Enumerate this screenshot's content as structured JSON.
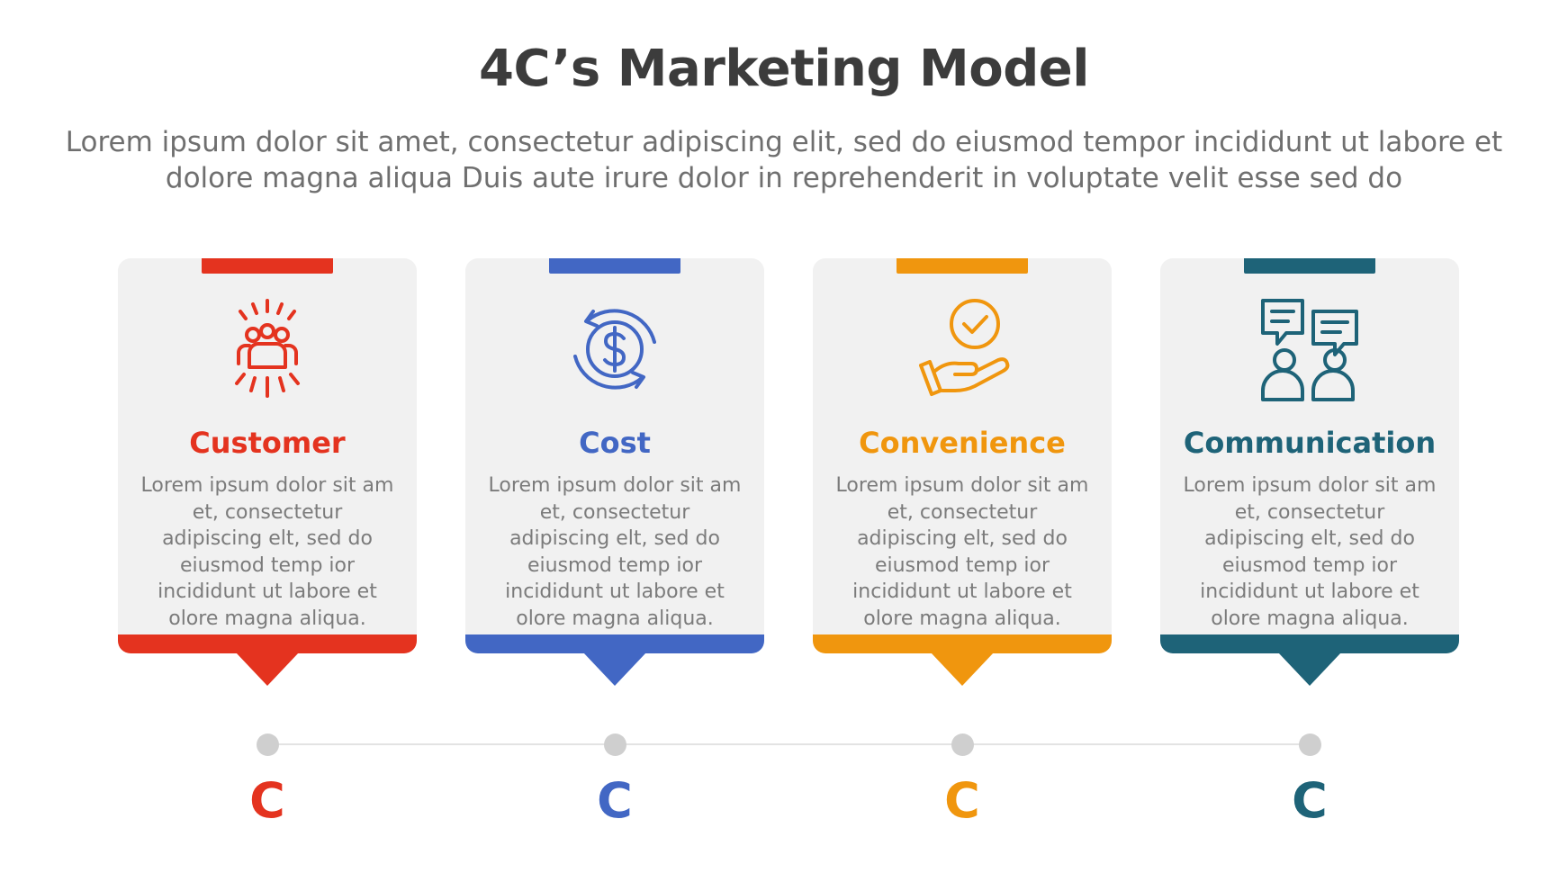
{
  "header": {
    "title": "4C’s Marketing Model",
    "subtitle": "Lorem ipsum dolor sit amet, consectetur adipiscing elit, sed do eiusmod tempor incididunt ut labore et dolore magna aliqua Duis aute irure dolor in reprehenderit in voluptate velit esse sed do"
  },
  "cards": [
    {
      "label": "Customer",
      "icon": "customer-group-icon",
      "color": "#e4331f",
      "description": "Lorem ipsum dolor sit am et, consectetur adipiscing elt, sed do eiusmod temp ior incididunt ut labore et olore magna aliqua.",
      "letter": "C"
    },
    {
      "label": "Cost",
      "icon": "dollar-cycle-icon",
      "color": "#4267c4",
      "description": "Lorem ipsum dolor sit am et, consectetur adipiscing elt, sed do eiusmod temp ior incididunt ut labore et olore magna aliqua.",
      "letter": "C"
    },
    {
      "label": "Convenience",
      "icon": "hand-check-icon",
      "color": "#f0960e",
      "description": "Lorem ipsum dolor sit am et, consectetur adipiscing elt, sed do eiusmod temp ior incididunt ut labore et olore magna aliqua.",
      "letter": "C"
    },
    {
      "label": "Communication",
      "icon": "people-chat-icon",
      "color": "#1e6378",
      "description": "Lorem ipsum dolor sit am et, consectetur adipiscing elt, sed do eiusmod temp ior incididunt ut labore et olore magna aliqua.",
      "letter": "C"
    }
  ]
}
